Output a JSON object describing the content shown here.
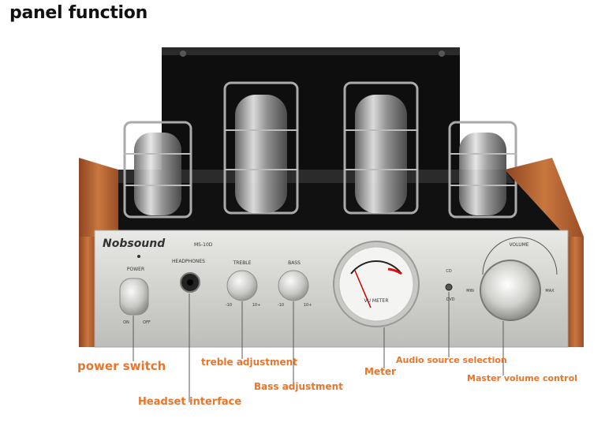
{
  "heading": "panel function",
  "amplifier": {
    "brand": "Nobsound",
    "model": "MS-10D",
    "power_label": "POWER",
    "power_on": "ON",
    "power_off": "OFF",
    "headphones_label": "HEADPHONES",
    "treble_label": "TREBLE",
    "bass_label": "BASS",
    "tone_min": "-10",
    "tone_max": "10+",
    "meter_label": "VU METER",
    "source_cd": "CD",
    "source_dvd": "DVD",
    "volume_label": "VOLUME",
    "volume_min": "MIN",
    "volume_max": "MAX"
  },
  "callouts": {
    "power_switch": "power switch",
    "treble_adjustment": "treble adjustment",
    "bass_adjustment": "Bass adjustment",
    "meter": "Meter",
    "audio_source_selection": "Audio source selection",
    "master_volume_control": "Master volume control",
    "headset_interface": "Headset interface"
  },
  "colors": {
    "callout_text": "#e8752a",
    "callout_line": "#5a5a5a",
    "wood": "#b5622e",
    "panel": "#d9d9d6"
  }
}
